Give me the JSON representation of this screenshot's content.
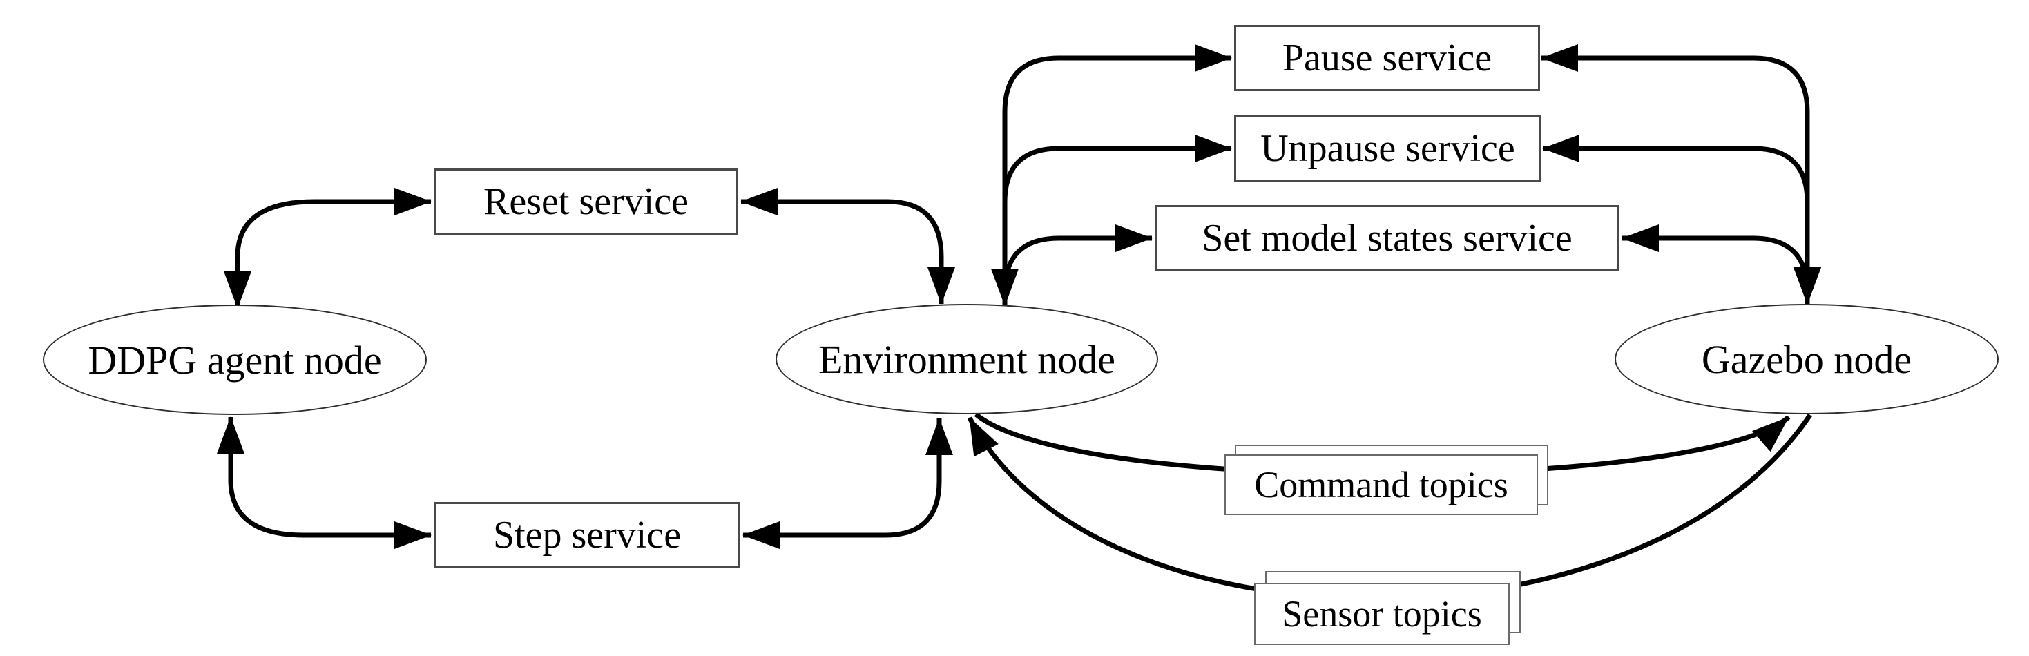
{
  "diagram": {
    "title": "ROS node/service/topic architecture for DDPG agent with Gazebo",
    "colors": {
      "background": "#ffffff",
      "line": "#000000",
      "ellipse_border": "#2e2e2e",
      "service_box_border": "#4a4a4a",
      "topic_box_border": "#6a6a6a",
      "text": "#000000"
    },
    "nodes": {
      "ddpg": {
        "label": "DDPG agent node"
      },
      "environment": {
        "label": "Environment node"
      },
      "gazebo": {
        "label": "Gazebo node"
      }
    },
    "services": {
      "reset": {
        "label": "Reset service"
      },
      "step": {
        "label": "Step service"
      },
      "pause": {
        "label": "Pause service"
      },
      "unpause": {
        "label": "Unpause service"
      },
      "set_model_states": {
        "label": "Set model states service"
      }
    },
    "topics": {
      "command": {
        "label": "Command topics"
      },
      "sensor": {
        "label": "Sensor topics"
      }
    },
    "edges": [
      {
        "from": "ddpg",
        "to": "reset",
        "direction": "bidirectional"
      },
      {
        "from": "reset",
        "to": "environment",
        "direction": "bidirectional"
      },
      {
        "from": "ddpg",
        "to": "step",
        "direction": "bidirectional"
      },
      {
        "from": "step",
        "to": "environment",
        "direction": "bidirectional"
      },
      {
        "from": "environment",
        "to": "pause",
        "direction": "bidirectional"
      },
      {
        "from": "environment",
        "to": "unpause",
        "direction": "bidirectional"
      },
      {
        "from": "environment",
        "to": "set_model_states",
        "direction": "bidirectional"
      },
      {
        "from": "pause",
        "to": "gazebo",
        "direction": "bidirectional"
      },
      {
        "from": "unpause",
        "to": "gazebo",
        "direction": "bidirectional"
      },
      {
        "from": "set_model_states",
        "to": "gazebo",
        "direction": "bidirectional"
      },
      {
        "from": "environment",
        "to": "gazebo",
        "via": "command",
        "direction": "one-way"
      },
      {
        "from": "gazebo",
        "to": "environment",
        "via": "sensor",
        "direction": "one-way"
      }
    ]
  }
}
